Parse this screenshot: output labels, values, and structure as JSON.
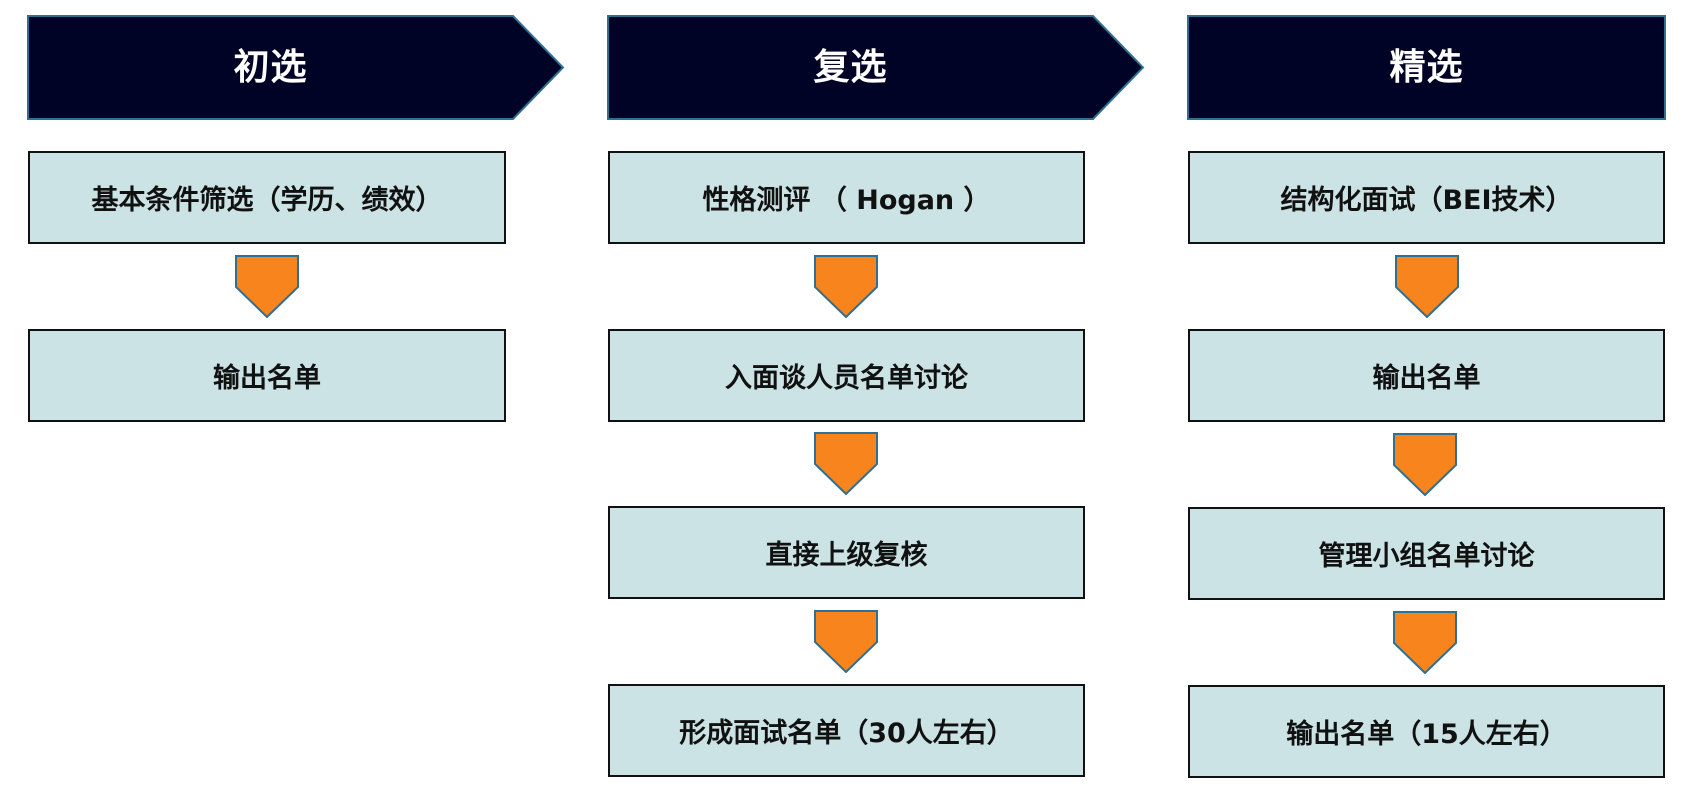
{
  "colors": {
    "header_fill": "#000326",
    "header_text": "#ffffff",
    "box_fill": "#cbe3e5",
    "box_border": "#111111",
    "arrow_fill": "#f7841d",
    "arrow_stroke": "#2f6f92"
  },
  "columns": [
    {
      "title": "初选",
      "steps": [
        "基本条件筛选（学历、绩效）",
        "输出名单"
      ]
    },
    {
      "title": "复选",
      "steps": [
        "性格测评 （ Hogan ）",
        "入面谈人员名单讨论",
        "直接上级复核",
        "形成面试名单（30人左右）"
      ]
    },
    {
      "title": "精选",
      "steps": [
        "结构化面试（BEI技术）",
        "输出名单",
        "管理小组名单讨论",
        "输出名单（15人左右）"
      ]
    }
  ]
}
